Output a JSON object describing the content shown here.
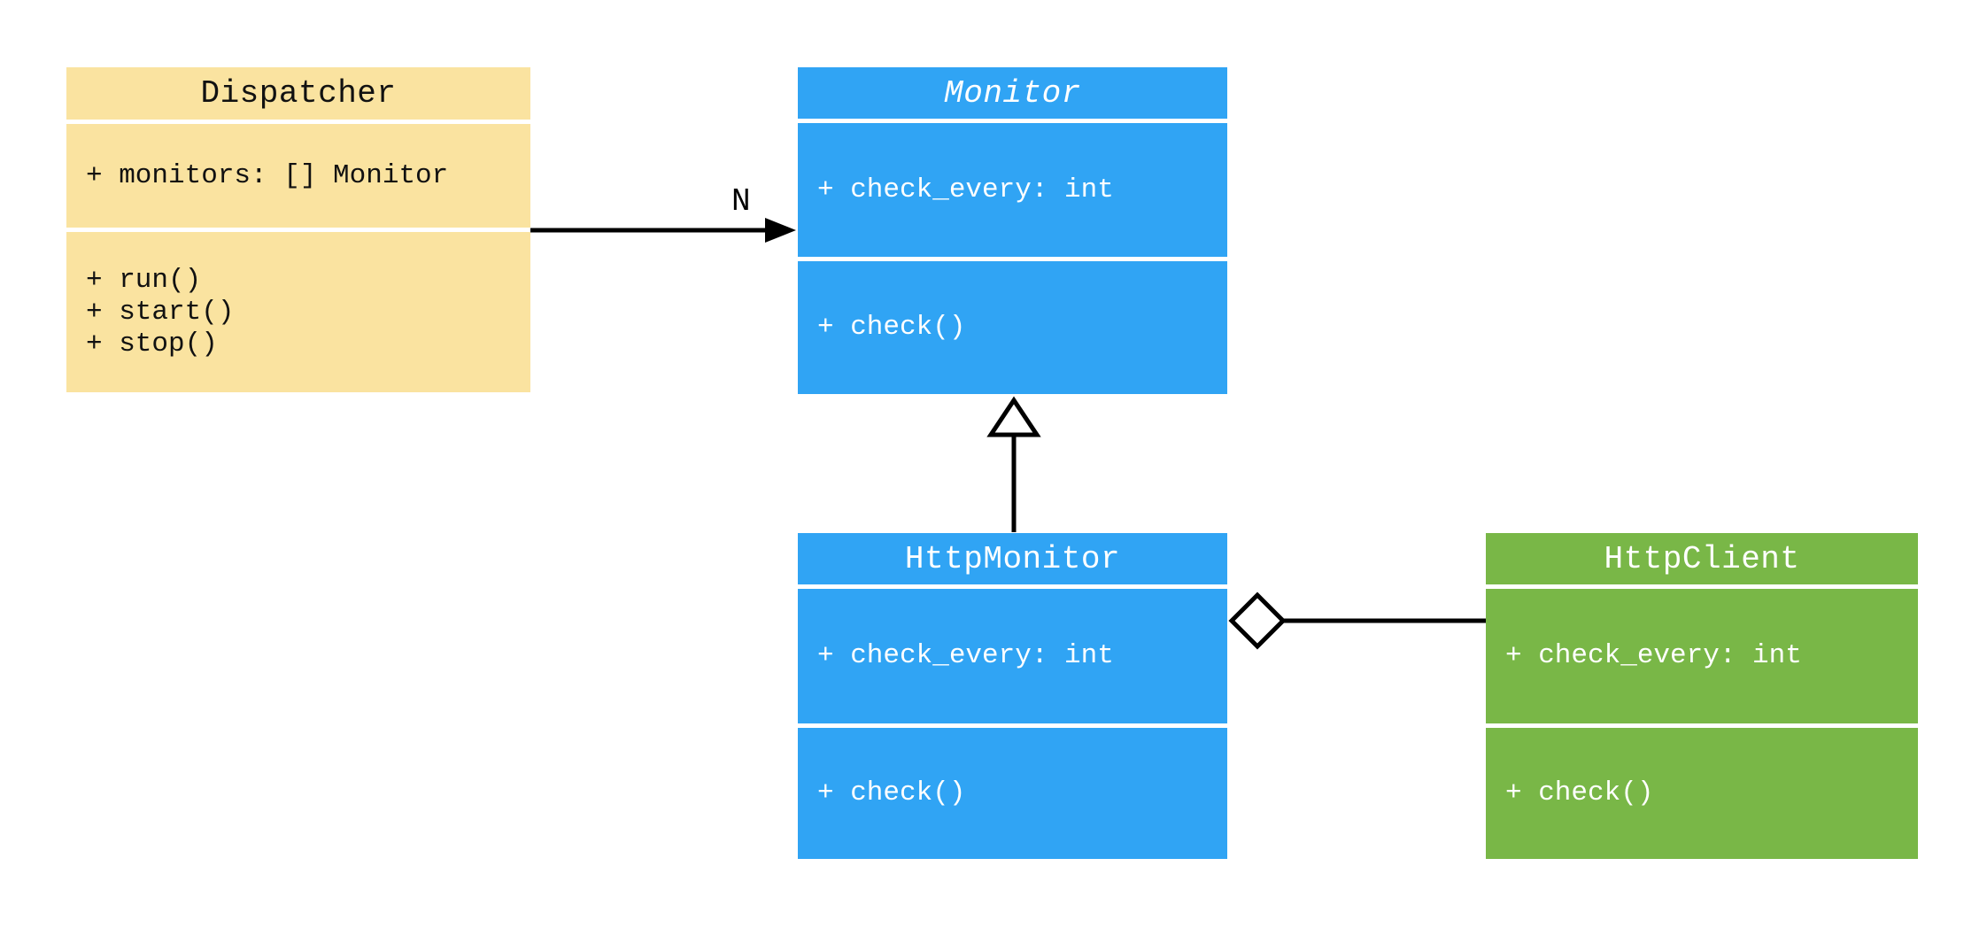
{
  "diagram": {
    "kind": "uml-class-diagram",
    "background": "#ffffff",
    "colors": {
      "line": "#000000",
      "yellow_fill": "#FAE3A0",
      "blue_fill": "#30A4F4",
      "green_fill": "#79B747",
      "dark_text": "#111111",
      "light_text": "#ffffff"
    },
    "classes": [
      {
        "id": "dispatcher",
        "name": "Dispatcher",
        "fill": "#FAE3A0",
        "text_color": "#111111",
        "abstract": false,
        "attributes": [
          "+ monitors: [] Monitor"
        ],
        "methods": [
          "+ run()",
          "+ start()",
          "+ stop()"
        ]
      },
      {
        "id": "monitor",
        "name": "Monitor",
        "fill": "#30A4F4",
        "text_color": "#ffffff",
        "abstract": true,
        "attributes": [
          "+ check_every: int"
        ],
        "methods": [
          "+ check()"
        ]
      },
      {
        "id": "httpmonitor",
        "name": "HttpMonitor",
        "fill": "#30A4F4",
        "text_color": "#ffffff",
        "abstract": false,
        "attributes": [
          "+ check_every: int"
        ],
        "methods": [
          "+ check()"
        ]
      },
      {
        "id": "httpclient",
        "name": "HttpClient",
        "fill": "#79B747",
        "text_color": "#ffffff",
        "abstract": false,
        "attributes": [
          "+ check_every: int"
        ],
        "methods": [
          "+ check()"
        ]
      }
    ],
    "relationships": [
      {
        "type": "association",
        "from": "Dispatcher",
        "to": "Monitor",
        "label": "N"
      },
      {
        "type": "inheritance",
        "from": "HttpMonitor",
        "to": "Monitor",
        "label": ""
      },
      {
        "type": "aggregation",
        "from": "HttpMonitor",
        "to": "HttpClient",
        "label": ""
      }
    ]
  }
}
